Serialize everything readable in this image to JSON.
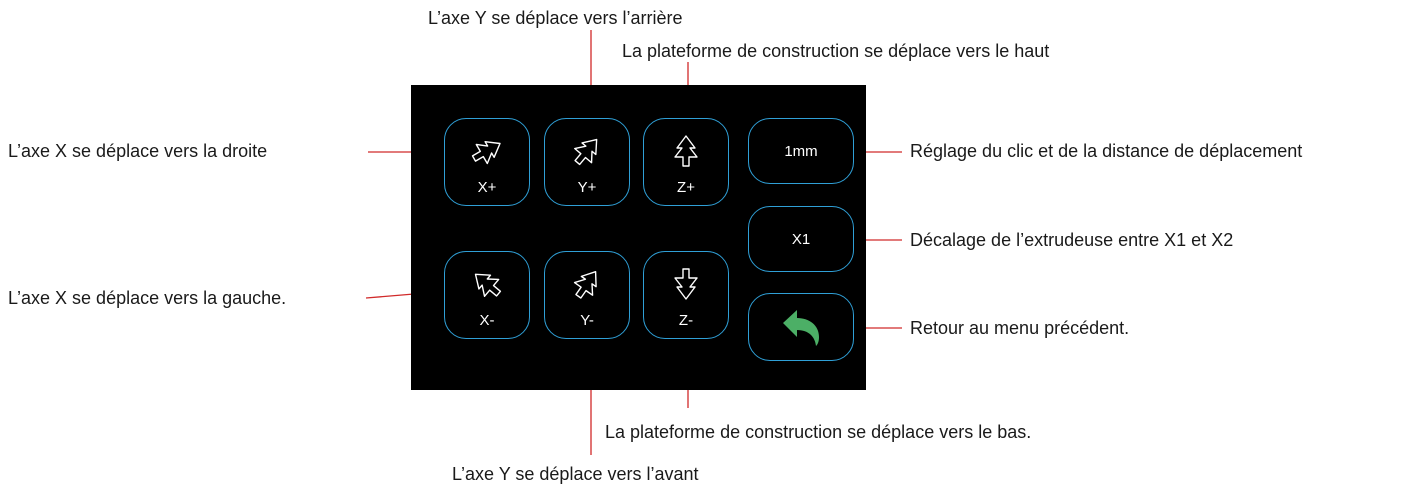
{
  "colors": {
    "panel_bg": "#000000",
    "button_border": "#2f9fd6",
    "leader_line": "#d12a2a",
    "back_arrow": "#4caf66"
  },
  "buttons": {
    "x_plus": {
      "label": "X+",
      "icon": "arrow-right-icon"
    },
    "y_plus": {
      "label": "Y+",
      "icon": "arrow-back-icon"
    },
    "z_plus": {
      "label": "Z+",
      "icon": "arrow-up-icon"
    },
    "x_minus": {
      "label": "X-",
      "icon": "arrow-left-icon"
    },
    "y_minus": {
      "label": "Y-",
      "icon": "arrow-forward-icon"
    },
    "z_minus": {
      "label": "Z-",
      "icon": "arrow-down-icon"
    },
    "distance": {
      "label": "1mm"
    },
    "extruder": {
      "label": "X1"
    },
    "back": {
      "icon": "return-arrow-icon"
    }
  },
  "annotations": {
    "x_plus": "L’axe X se déplace vers la droite",
    "y_plus": "L’axe Y se déplace vers l’arrière",
    "z_plus": "La plateforme de construction se déplace vers le haut",
    "x_minus": "L’axe X se déplace vers la gauche.",
    "y_minus": "L’axe Y se déplace vers l’avant",
    "z_minus": "La plateforme de construction se déplace vers le bas.",
    "distance": "Réglage du clic et de la distance de déplacement",
    "extruder": "Décalage de l’extrudeuse entre X1 et X2",
    "back": "Retour au menu précédent."
  }
}
